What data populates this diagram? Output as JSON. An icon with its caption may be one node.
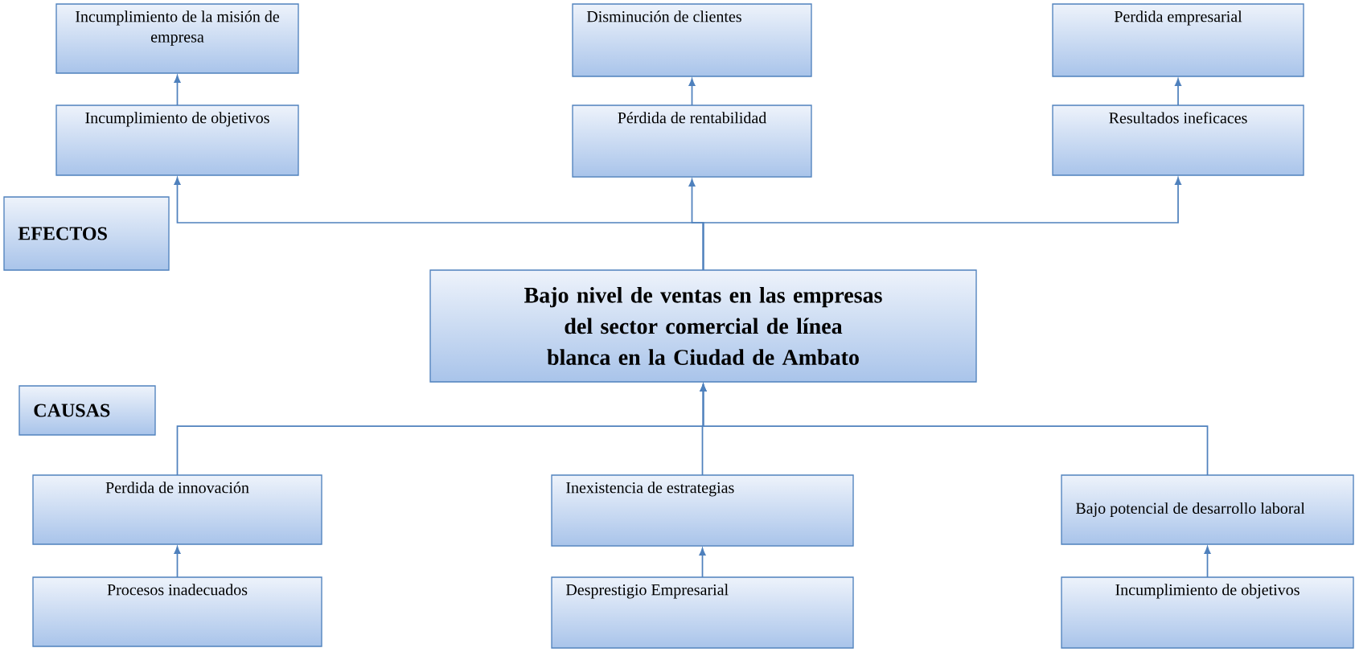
{
  "diagram": {
    "nodes": [
      {
        "text": [
          "Incumplimiento de la misión de empresa"
        ]
      },
      {
        "text": [
          "Incumplimiento de objetivos"
        ]
      },
      {
        "text": [
          "Disminución de clientes"
        ]
      },
      {
        "text": [
          "Pérdida de rentabilidad"
        ]
      },
      {
        "text": [
          "Perdida empresarial"
        ]
      },
      {
        "text": [
          "Resultados ineficaces"
        ]
      },
      {
        "text": [
          "EFECTOS"
        ]
      },
      {
        "text": [
          "Bajo nivel de ventas en las empresas del sector comercial de línea blanca en la Ciudad de Ambato"
        ]
      },
      {
        "text": [
          "CAUSAS"
        ]
      },
      {
        "text": [
          "Perdida de innovación"
        ]
      },
      {
        "text": [
          "Inexistencia de estrategias"
        ]
      },
      {
        "text": [
          "Bajo potencial de desarrollo laboral"
        ]
      },
      {
        "text": [
          "Procesos inadecuados"
        ]
      },
      {
        "text": [
          "Desprestigio Empresarial"
        ]
      },
      {
        "text": [
          "Incumplimiento de objetivos"
        ]
      }
    ],
    "edges": [
      {
        "from": 1,
        "to": 0,
        "arrow": "to"
      },
      {
        "from": 3,
        "to": 2,
        "arrow": "to"
      },
      {
        "from": 5,
        "to": 4,
        "arrow": "to"
      },
      {
        "from": 7,
        "to": 1,
        "arrow": "to"
      },
      {
        "from": 7,
        "to": 3,
        "arrow": "to"
      },
      {
        "from": 7,
        "to": 5,
        "arrow": "to"
      },
      {
        "from": 9,
        "to": 7,
        "arrow": "to"
      },
      {
        "from": 10,
        "to": 7,
        "arrow": "to"
      },
      {
        "from": 11,
        "to": 7,
        "arrow": "to"
      },
      {
        "from": 12,
        "to": 9,
        "arrow": "to"
      },
      {
        "from": 13,
        "to": 10,
        "arrow": "to"
      },
      {
        "from": 14,
        "to": 11,
        "arrow": "to"
      }
    ]
  }
}
